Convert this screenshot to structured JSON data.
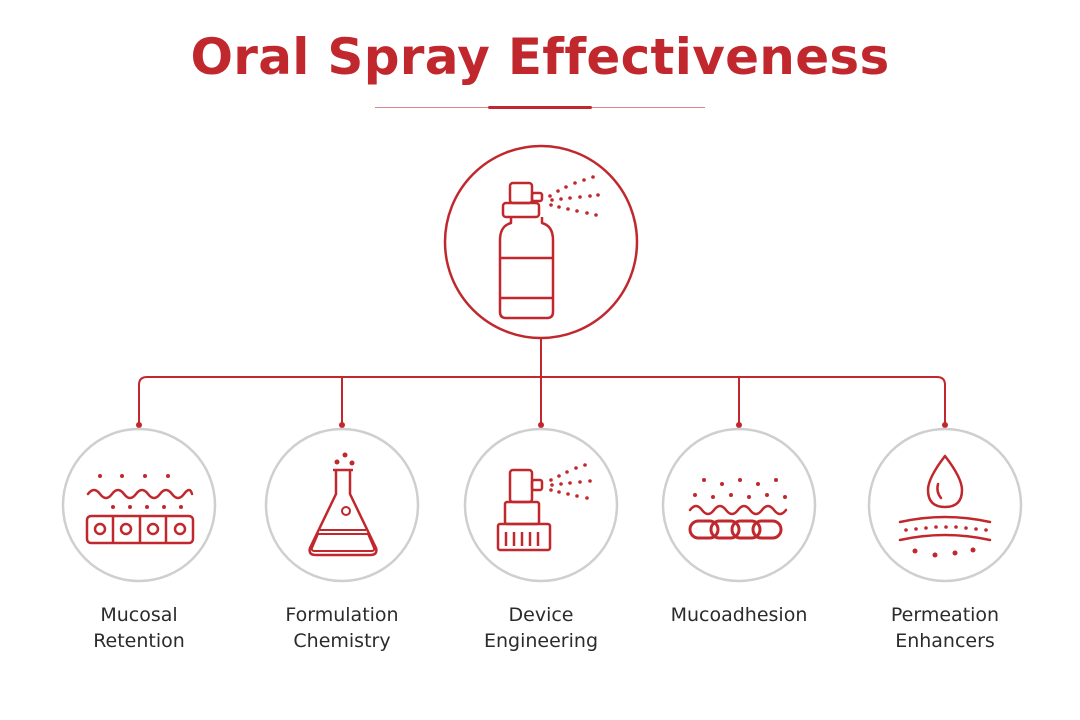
{
  "title": "Oral Spray Effectiveness",
  "colors": {
    "accent": "#c0282d",
    "circle_outline": "#cfcfcf",
    "text": "#2b2b2b"
  },
  "center_node": {
    "icon": "spray-bottle-icon"
  },
  "factors": [
    {
      "lines": [
        "Mucosal",
        "Retention"
      ],
      "icon": "mucosal-cells-icon"
    },
    {
      "lines": [
        "Formulation",
        "Chemistry"
      ],
      "icon": "flask-icon"
    },
    {
      "lines": [
        "Device",
        "Engineering"
      ],
      "icon": "spray-nozzle-icon"
    },
    {
      "lines": [
        "Mucoadhesion",
        ""
      ],
      "icon": "chain-link-icon"
    },
    {
      "lines": [
        "Permeation",
        "Enhancers"
      ],
      "icon": "droplet-permeation-icon"
    }
  ]
}
